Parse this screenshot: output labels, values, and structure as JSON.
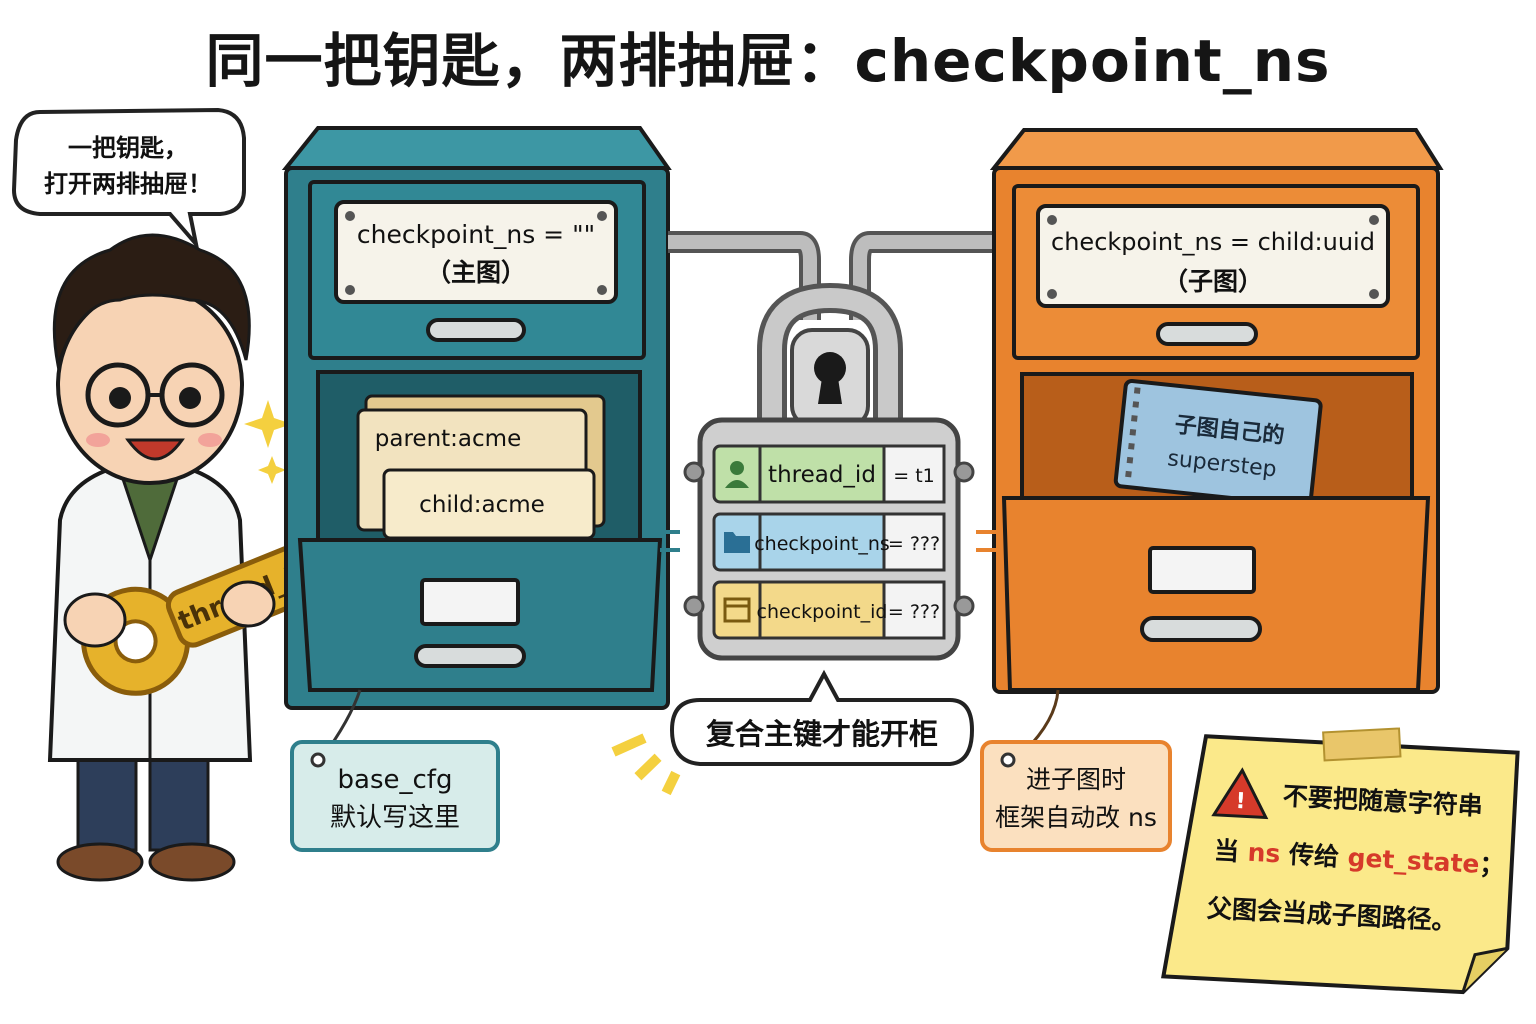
{
  "title": "同一把钥匙，两排抽屉：checkpoint_ns",
  "speech": {
    "line1": "一把钥匙，",
    "line2": "打开两排抽屉！"
  },
  "key_label": "thread_id = t1",
  "left_cabinet": {
    "label_line1": "checkpoint_ns = \"\"",
    "label_line2": "（主图）",
    "folder_back": "parent:acme",
    "folder_front": "child:acme",
    "tag_line1": "base_cfg",
    "tag_line2": "默认写这里"
  },
  "right_cabinet": {
    "label_line1": "checkpoint_ns = child:uuid",
    "label_line2": "（子图）",
    "notebook_line1": "子图自己的",
    "notebook_line2": "superstep",
    "tag_line1": "进子图时",
    "tag_line2": "框架自动改 ns"
  },
  "lock": {
    "rows": [
      {
        "icon": "person-icon",
        "field": "thread_id",
        "value": "= t1",
        "color": "#bfe0a8"
      },
      {
        "icon": "folder-icon",
        "field": "checkpoint_ns",
        "value": "= ???",
        "color": "#a9d4ea"
      },
      {
        "icon": "calendar-icon",
        "field": "checkpoint_id",
        "value": "= ???",
        "color": "#f3d98a"
      }
    ],
    "caption": "复合主键才能开柜"
  },
  "note": {
    "line1": "不要把随意字符串",
    "line2_prefix": "当 ",
    "line2_ns": "ns",
    "line2_mid": " 传给 ",
    "line2_fn": "get_state",
    "line2_suffix": "；",
    "line3": "父图会当成子图路径。"
  },
  "colors": {
    "teal": "#2f7f8c",
    "teal_dark": "#1f5d67",
    "orange": "#e8832e",
    "orange_dark": "#b85e1a",
    "key_gold": "#e6b22b",
    "warn_red": "#d63a2a"
  }
}
